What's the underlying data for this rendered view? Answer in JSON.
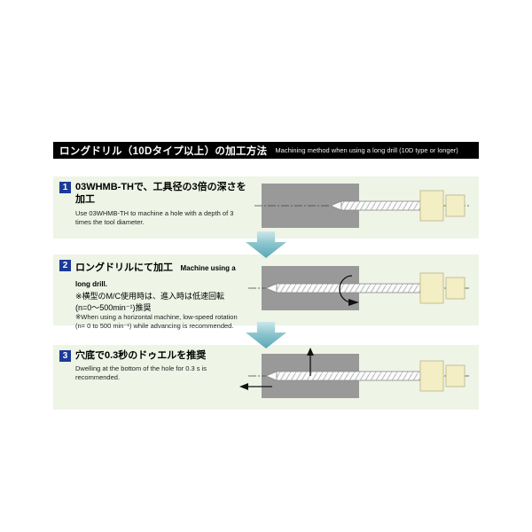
{
  "header": {
    "title_jp": "ロングドリル（10Dタイプ以上）の加工方法",
    "title_en": "Machining method when using a long drill (10D type or longer)"
  },
  "steps": [
    {
      "num": "1",
      "title_jp": "03WHMB-THで、工具径の3倍の深さを加工",
      "desc_en": "Use 03WHMB-TH to machine a hole with a depth of 3 times the tool diameter."
    },
    {
      "num": "2",
      "title_jp": "ロングドリルにて加工",
      "title_en": "Machine using a long drill.",
      "note_jp_1": "※横型のM/C使用時は、進入時は低速回転",
      "note_jp_2": "(n=0〜500min⁻¹)推奨",
      "note_en_1": "※When using a horizontal machine, low-speed rotation",
      "note_en_2": "(n= 0 to 500 min⁻¹) while advancing is recommended."
    },
    {
      "num": "3",
      "title_jp": "穴底で0.3秒のドゥエルを推奨",
      "desc_en": "Dwelling at the bottom of the hole for 0.3 s is recommended."
    }
  ],
  "colors": {
    "header_bg": "#000000",
    "panel_bg": "#eef4e6",
    "badge_bg": "#1d3a99",
    "arrow_teal": "#6fb7c3",
    "workpiece_gray": "#999999",
    "holder_yellow": "#f3eec4"
  }
}
